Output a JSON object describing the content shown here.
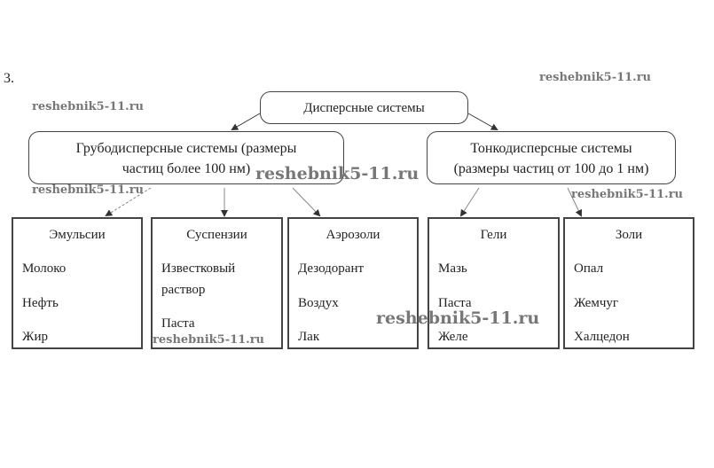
{
  "task_number": "3.",
  "root": "Дисперсные системы",
  "coarse": {
    "line1": "Грубодисперсные системы (размеры",
    "line2": "частиц более 100 нм)"
  },
  "fine": {
    "line1": "Тонкодисперсные системы",
    "line2": "(размеры частиц от 100 до 1 нм)"
  },
  "categories": [
    {
      "title": "Эмульсии",
      "items": [
        "Молоко",
        "Нефть",
        "Жир"
      ]
    },
    {
      "title": "Суспензии",
      "items": [
        "Известковый",
        "раствор",
        "Паста"
      ]
    },
    {
      "title": "Аэрозоли",
      "items": [
        "Дезодорант",
        "Воздух",
        "Лак"
      ]
    },
    {
      "title": "Гели",
      "items": [
        "Мазь",
        "Паста",
        "Желе"
      ]
    },
    {
      "title": "Золи",
      "items": [
        "Опал",
        "Жемчуг",
        "Халцедон"
      ]
    }
  ],
  "watermark": "reshebnik5-11.ru"
}
